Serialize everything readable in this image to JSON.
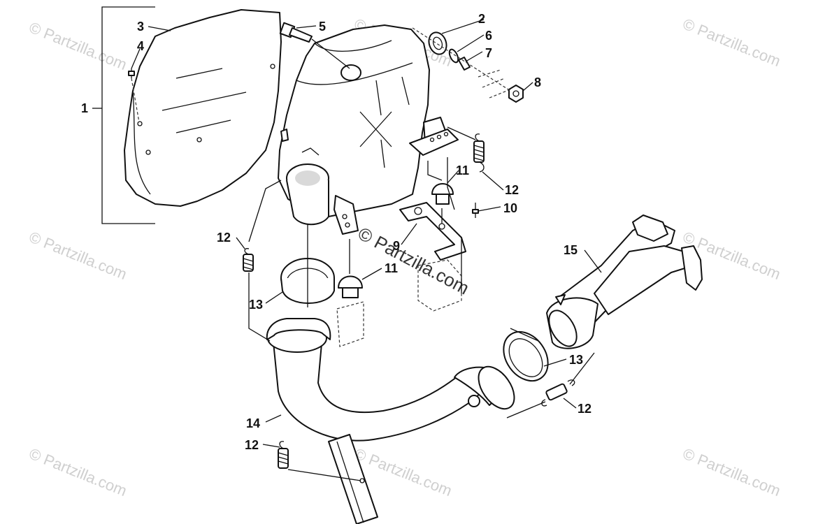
{
  "watermark": "© Partzilla.com",
  "callouts": {
    "c1": "1",
    "c2": "2",
    "c3": "3",
    "c4": "4",
    "c5": "5",
    "c6": "6",
    "c7": "7",
    "c8": "8",
    "c9": "9",
    "c10": "10",
    "c11a": "11",
    "c11b": "11",
    "c12a": "12",
    "c12b": "12",
    "c12c": "12",
    "c12d": "12",
    "c13a": "13",
    "c13b": "13",
    "c14": "14",
    "c15": "15"
  },
  "colors": {
    "line": "#111111",
    "watermark": "#cfcfcf"
  }
}
